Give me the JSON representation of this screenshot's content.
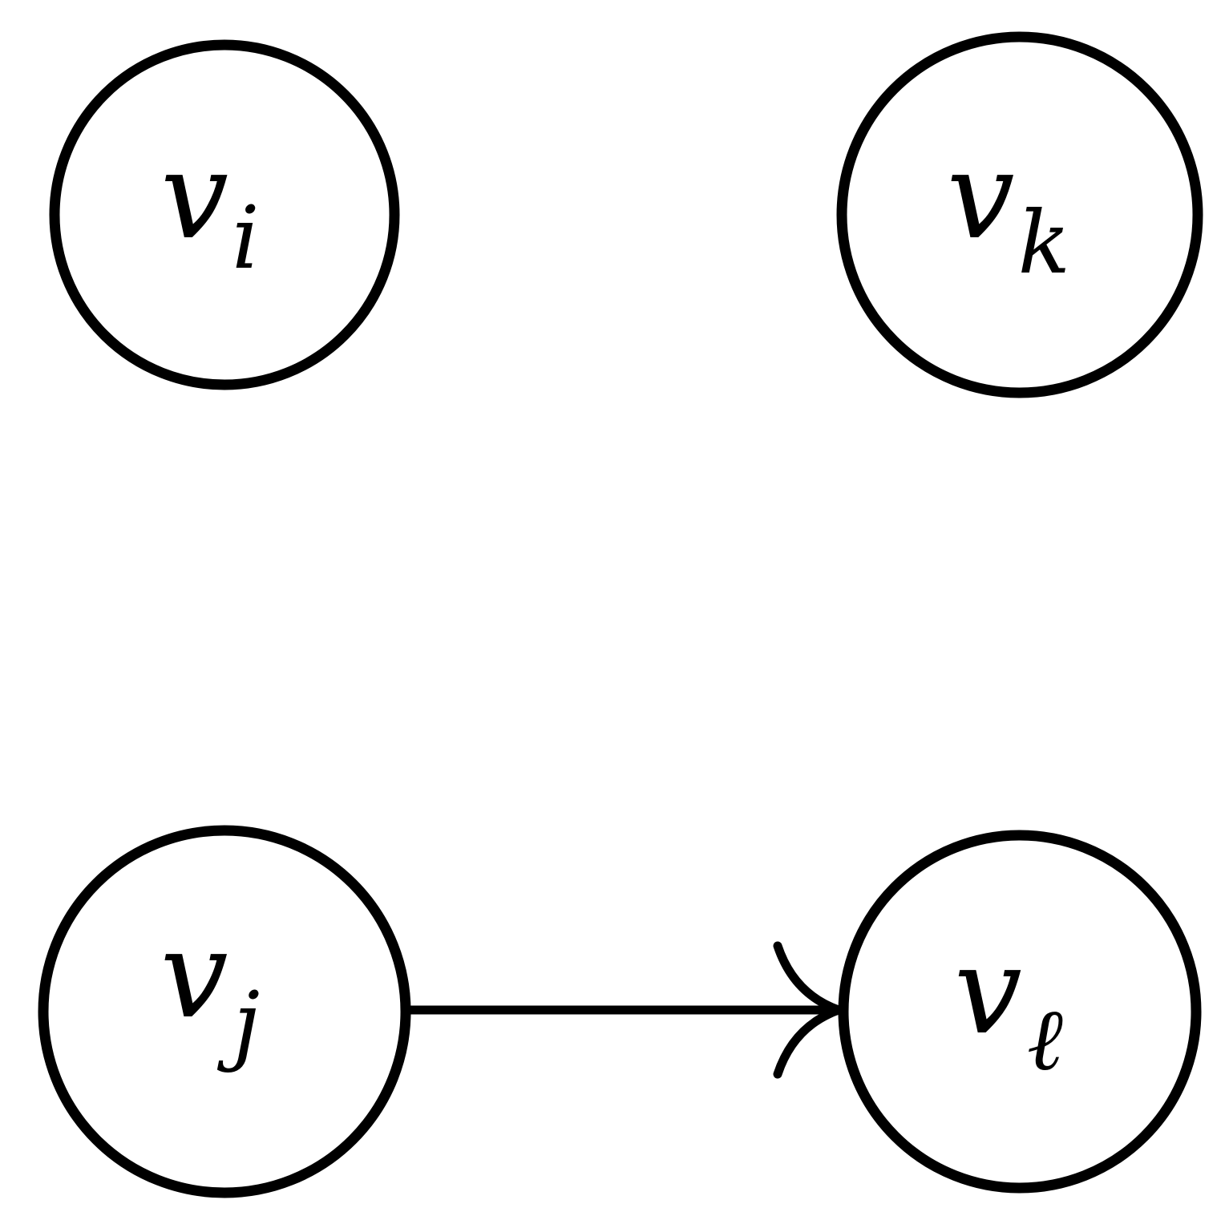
{
  "nodes": [
    {
      "id": "v_i",
      "label": "v",
      "subscript": "i"
    },
    {
      "id": "v_k",
      "label": "v",
      "subscript": "k"
    },
    {
      "id": "v_j",
      "label": "v",
      "subscript": "j"
    },
    {
      "id": "v_l",
      "label": "v",
      "subscript": "ℓ"
    }
  ],
  "edges": [
    {
      "from": "v_j",
      "to": "v_l",
      "directed": true
    }
  ],
  "colors": {
    "stroke": "#000000",
    "background": "#ffffff"
  }
}
